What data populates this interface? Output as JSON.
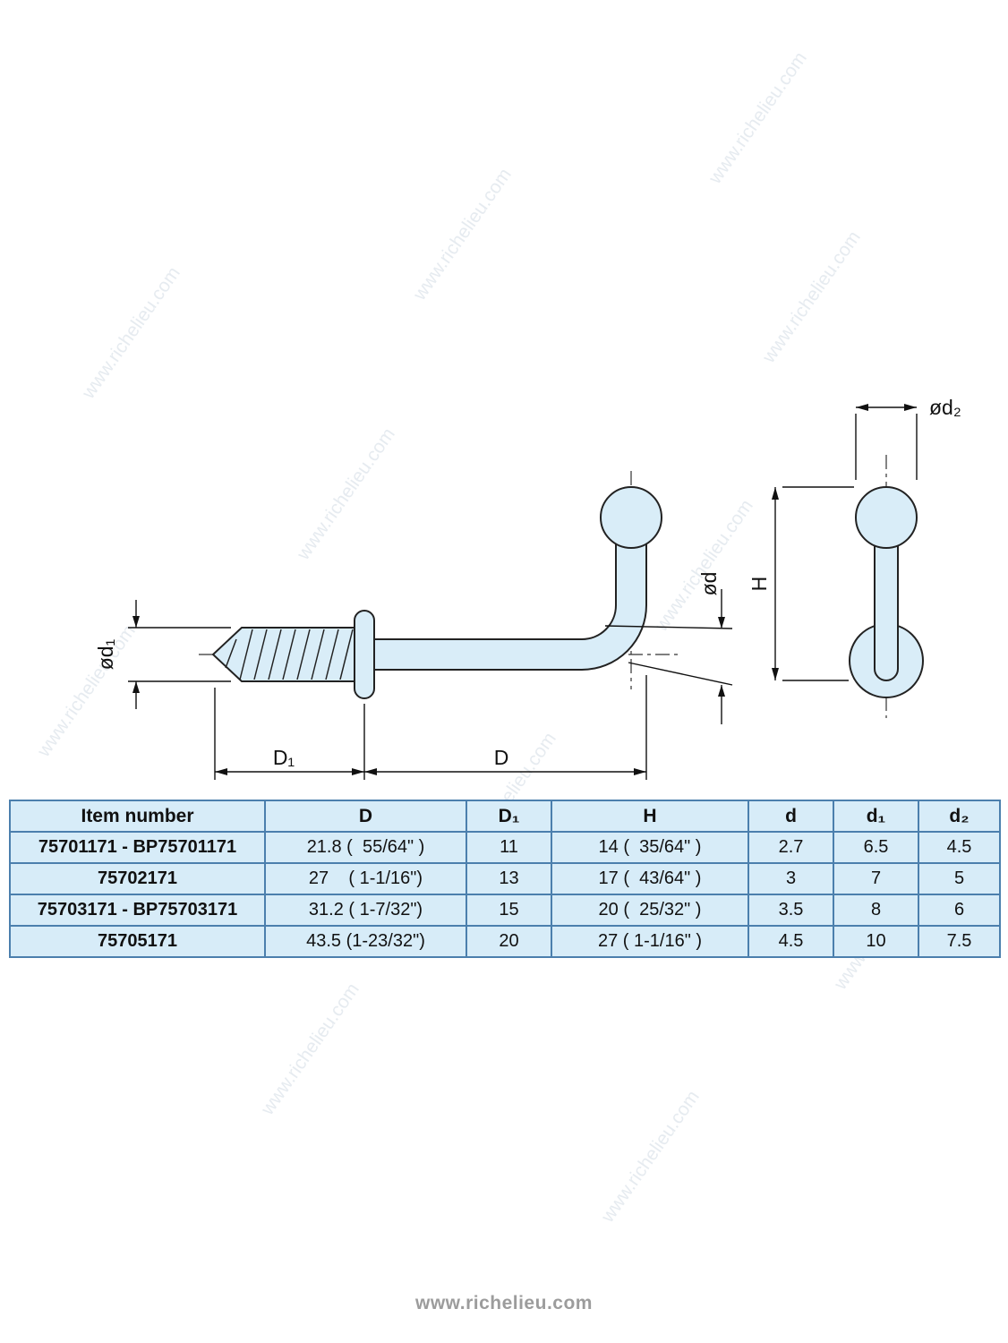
{
  "watermark": {
    "text": "www.richelieu.com"
  },
  "diagram": {
    "labels": {
      "od1": "ød₁",
      "D1": "D₁",
      "D": "D",
      "od": "ød",
      "H": "H",
      "od2": "ød₂"
    }
  },
  "table": {
    "headers": [
      "Item number",
      "D",
      "D₁",
      "H",
      "d",
      "d₁",
      "d₂"
    ],
    "rows": [
      [
        "75701171 - BP75701171",
        "21.8 (  55/64\" )",
        "11",
        "14 (  35/64\" )",
        "2.7",
        "6.5",
        "4.5"
      ],
      [
        "75702171",
        "27    ( 1-1/16\")",
        "13",
        "17 (  43/64\" )",
        "3",
        "7",
        "5"
      ],
      [
        "75703171 - BP75703171",
        "31.2 ( 1-7/32\")",
        "15",
        "20 (  25/32\" )",
        "3.5",
        "8",
        "6"
      ],
      [
        "75705171",
        "43.5 (1-23/32\")",
        "20",
        "27 ( 1-1/16\" )",
        "4.5",
        "10",
        "7.5"
      ]
    ]
  },
  "footer": {
    "url": "www.richelieu.com"
  }
}
